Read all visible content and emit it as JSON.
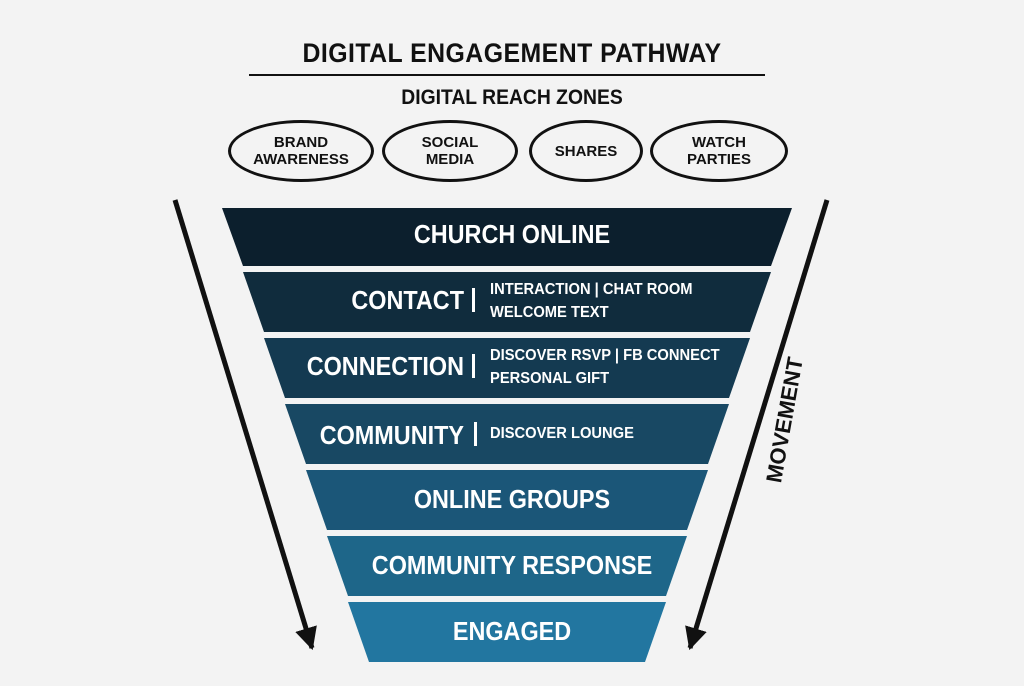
{
  "title": "DIGITAL ENGAGEMENT PATHWAY",
  "subtitle": "DIGITAL REACH ZONES",
  "zones": [
    {
      "label": "BRAND\nAWARENESS"
    },
    {
      "label": "SOCIAL\nMEDIA"
    },
    {
      "label": "SHARES"
    },
    {
      "label": "WATCH\nPARTIES"
    }
  ],
  "bands": [
    {
      "label": "CHURCH ONLINE",
      "color": "#0c1f2d"
    },
    {
      "label": "CONTACT",
      "detail": "INTERACTION | CHAT ROOM\nWELCOME TEXT",
      "color": "#102c3d"
    },
    {
      "label": "CONNECTION",
      "detail": "DISCOVER RSVP | FB CONNECT\nPERSONAL GIFT",
      "color": "#143a51"
    },
    {
      "label": "COMMUNITY",
      "detail": "DISCOVER LOUNGE",
      "color": "#184863"
    },
    {
      "label": "ONLINE GROUPS",
      "color": "#1b5678"
    },
    {
      "label": "COMMUNITY RESPONSE",
      "color": "#1e6689"
    },
    {
      "label": "ENGAGED",
      "color": "#2276a0"
    }
  ],
  "side_label": "MOVEMENT"
}
